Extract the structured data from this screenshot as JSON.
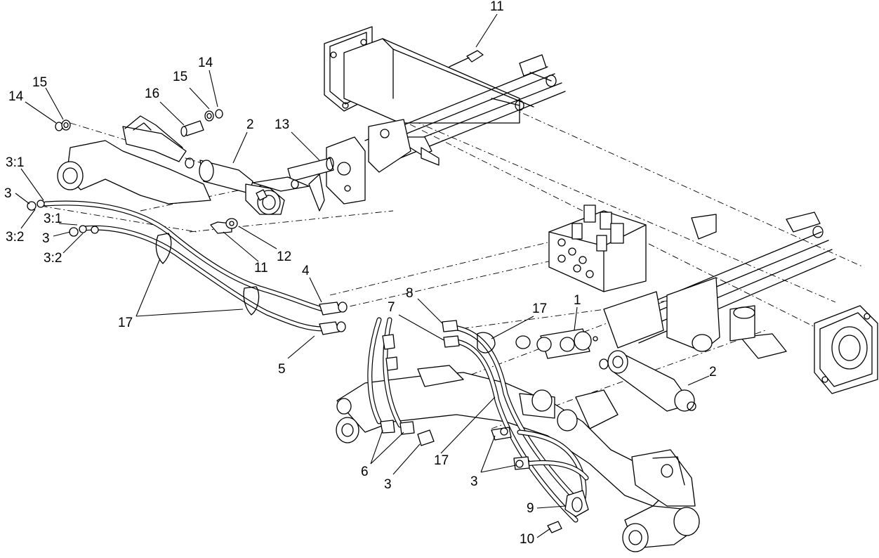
{
  "labels": {
    "l11_top": "11",
    "l15_left": "15",
    "l14_left": "14",
    "l16": "16",
    "l15_mid": "15",
    "l14_mid": "14",
    "l2_top": "2",
    "l13": "13",
    "l3_1_a": "3:1",
    "l3_a": "3",
    "l3_2_a": "3:2",
    "l3_1_b": "3:1",
    "l3_b": "3",
    "l3_2_b": "3:2",
    "l11_mid": "11",
    "l12": "12",
    "l4": "4",
    "l17_left": "17",
    "l5": "5",
    "l8": "8",
    "l7": "7",
    "l17_right": "17",
    "l1": "1",
    "l2_right": "2",
    "l6": "6",
    "l3_c": "3",
    "l17_bottom": "17",
    "l3_d": "3",
    "l9": "9",
    "l10": "10"
  }
}
